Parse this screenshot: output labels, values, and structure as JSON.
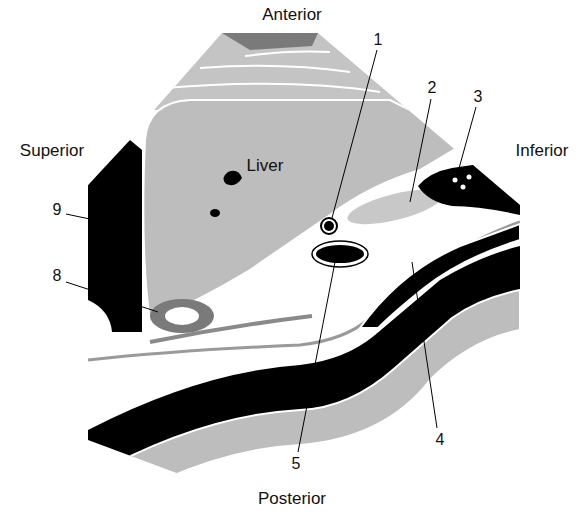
{
  "diagram": {
    "labels": [
      "Anterior",
      "Superior",
      "Inferior",
      "Posterior",
      "Liver",
      "1",
      "2",
      "3",
      "4",
      "5",
      "8",
      "9"
    ]
  }
}
